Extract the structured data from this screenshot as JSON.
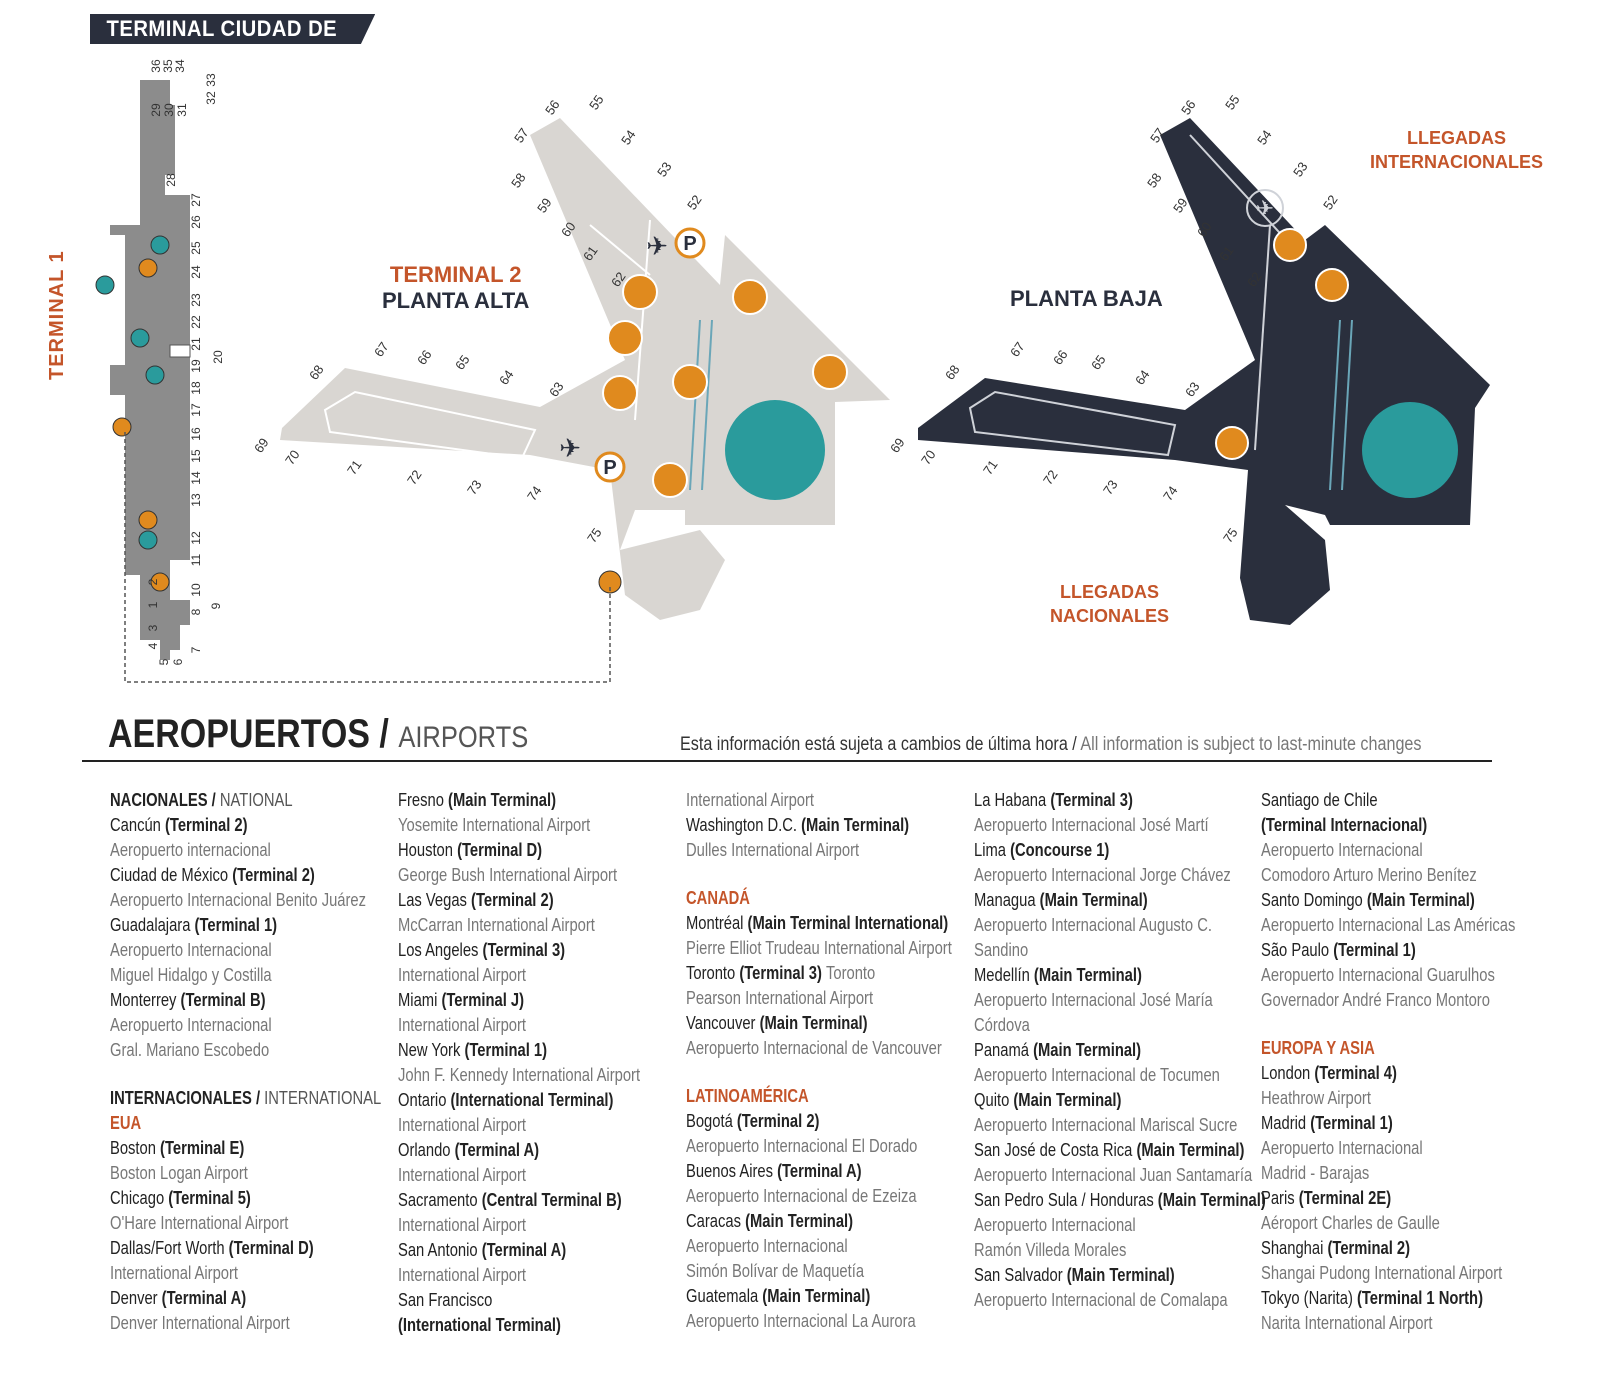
{
  "banner": "TERMINAL CIUDAD DE MÉXICO",
  "terminal1_label": "TERMINAL 1",
  "t1_gates": [
    "1",
    "2",
    "3",
    "4",
    "5",
    "6",
    "7",
    "8",
    "9",
    "10",
    "11",
    "12",
    "13",
    "14",
    "15",
    "16",
    "17",
    "18",
    "19",
    "20",
    "21",
    "22",
    "23",
    "24",
    "25",
    "26",
    "27",
    "28",
    "29",
    "30",
    "31",
    "32",
    "33",
    "34",
    "35",
    "36"
  ],
  "t2_title_line1": "TERMINAL 2",
  "t2_title_line2": "PLANTA ALTA",
  "planta_baja": "PLANTA BAJA",
  "llegadas_internacionales": [
    "LLEGADAS",
    "INTERNACIONALES"
  ],
  "llegadas_nacionales": [
    "LLEGADAS",
    "NACIONALES"
  ],
  "t2_gates": [
    "52",
    "53",
    "54",
    "55",
    "56",
    "57",
    "58",
    "59",
    "60",
    "61",
    "62",
    "63",
    "64",
    "65",
    "66",
    "67",
    "68",
    "69",
    "70",
    "71",
    "72",
    "73",
    "74",
    "75"
  ],
  "parking_symbol": "P",
  "colors": {
    "navy": "#2a2f3d",
    "orange": "#e08a1e",
    "teal": "#2a9b9c",
    "gray": "#8c8c8c",
    "lightgray": "#d9d6d2",
    "accent": "#c4552a"
  },
  "header": {
    "title": "AEROPUERTOS",
    "slash": " / ",
    "subtitle": "AIRPORTS"
  },
  "disclaimer": {
    "es": "Esta información está sujeta a cambios de última hora",
    "sep": " / ",
    "en": "All information is subject to last-minute changes"
  },
  "columns": [
    [
      {
        "t": "h",
        "a": "NACIONALES / ",
        "b": "NATIONAL"
      },
      {
        "t": "c",
        "a": "Cancún ",
        "b": "(Terminal 2)"
      },
      {
        "t": "p",
        "a": "Aeropuerto internacional"
      },
      {
        "t": "c",
        "a": "Ciudad de México ",
        "b": "(Terminal 2)"
      },
      {
        "t": "p",
        "a": "Aeropuerto Internacional Benito Juárez"
      },
      {
        "t": "c",
        "a": "Guadalajara ",
        "b": "(Terminal 1)"
      },
      {
        "t": "p",
        "a": "Aeropuerto Internacional"
      },
      {
        "t": "p",
        "a": "Miguel Hidalgo y Costilla"
      },
      {
        "t": "c",
        "a": "Monterrey ",
        "b": "(Terminal B)"
      },
      {
        "t": "p",
        "a": "Aeropuerto Internacional"
      },
      {
        "t": "p",
        "a": "Gral. Mariano Escobedo"
      },
      {
        "t": "g"
      },
      {
        "t": "h",
        "a": "INTERNACIONALES / ",
        "b": "INTERNATIONAL"
      },
      {
        "t": "s",
        "a": "EUA"
      },
      {
        "t": "c",
        "a": "Boston ",
        "b": "(Terminal E)"
      },
      {
        "t": "p",
        "a": "Boston Logan Airport"
      },
      {
        "t": "c",
        "a": "Chicago ",
        "b": "(Terminal 5)"
      },
      {
        "t": "p",
        "a": "O'Hare International Airport"
      },
      {
        "t": "c",
        "a": "Dallas/Fort Worth ",
        "b": "(Terminal D)"
      },
      {
        "t": "p",
        "a": "International Airport"
      },
      {
        "t": "c",
        "a": "Denver ",
        "b": "(Terminal A)"
      },
      {
        "t": "p",
        "a": "Denver International Airport"
      }
    ],
    [
      {
        "t": "c",
        "a": "Fresno ",
        "b": "(Main Terminal)"
      },
      {
        "t": "p",
        "a": "Yosemite International Airport"
      },
      {
        "t": "c",
        "a": "Houston ",
        "b": "(Terminal D)"
      },
      {
        "t": "p",
        "a": "George Bush International Airport"
      },
      {
        "t": "c",
        "a": "Las Vegas ",
        "b": "(Terminal 2)"
      },
      {
        "t": "p",
        "a": "McCarran International Airport"
      },
      {
        "t": "c",
        "a": "Los Angeles ",
        "b": "(Terminal 3)"
      },
      {
        "t": "p",
        "a": "International Airport"
      },
      {
        "t": "c",
        "a": "Miami ",
        "b": "(Terminal J)"
      },
      {
        "t": "p",
        "a": "International Airport"
      },
      {
        "t": "c",
        "a": "New York ",
        "b": "(Terminal 1)"
      },
      {
        "t": "p",
        "a": "John F. Kennedy International Airport"
      },
      {
        "t": "c",
        "a": "Ontario ",
        "b": "(International Terminal)"
      },
      {
        "t": "p",
        "a": "International Airport"
      },
      {
        "t": "c",
        "a": "Orlando ",
        "b": "(Terminal A)"
      },
      {
        "t": "p",
        "a": "International Airport"
      },
      {
        "t": "c",
        "a": "Sacramento ",
        "b": "(Central Terminal B)"
      },
      {
        "t": "p",
        "a": "International Airport"
      },
      {
        "t": "c",
        "a": "San Antonio ",
        "b": "(Terminal A)"
      },
      {
        "t": "p",
        "a": "International Airport"
      },
      {
        "t": "c",
        "a": "San Francisco"
      },
      {
        "t": "c",
        "a": "",
        "b": "(International Terminal)"
      }
    ],
    [
      {
        "t": "p",
        "a": "International Airport"
      },
      {
        "t": "c",
        "a": "Washington D.C. ",
        "b": "(Main Terminal)"
      },
      {
        "t": "p",
        "a": "Dulles International Airport"
      },
      {
        "t": "g"
      },
      {
        "t": "s",
        "a": "CANADÁ"
      },
      {
        "t": "c",
        "a": "Montréal ",
        "b": "(Main Terminal International)"
      },
      {
        "t": "p",
        "a": "Pierre Elliot Trudeau International Airport"
      },
      {
        "t": "c",
        "a": "Toronto ",
        "b": "(Terminal 3) ",
        "c": "Toronto"
      },
      {
        "t": "p",
        "a": "Pearson International Airport"
      },
      {
        "t": "c",
        "a": "Vancouver ",
        "b": "(Main Terminal)"
      },
      {
        "t": "p",
        "a": "Aeropuerto Internacional de Vancouver"
      },
      {
        "t": "g"
      },
      {
        "t": "s",
        "a": "LATINOAMÉRICA"
      },
      {
        "t": "c",
        "a": "Bogotá ",
        "b": "(Terminal 2)"
      },
      {
        "t": "p",
        "a": "Aeropuerto Internacional El Dorado"
      },
      {
        "t": "c",
        "a": "Buenos Aires ",
        "b": "(Terminal A)"
      },
      {
        "t": "p",
        "a": "Aeropuerto Internacional de Ezeiza"
      },
      {
        "t": "c",
        "a": "Caracas ",
        "b": "(Main Terminal)"
      },
      {
        "t": "p",
        "a": "Aeropuerto Internacional"
      },
      {
        "t": "p",
        "a": "Simón Bolívar de Maquetía"
      },
      {
        "t": "c",
        "a": "Guatemala ",
        "b": "(Main Terminal)"
      },
      {
        "t": "p",
        "a": "Aeropuerto Internacional La Aurora"
      }
    ],
    [
      {
        "t": "c",
        "a": "La Habana ",
        "b": "(Terminal 3)"
      },
      {
        "t": "p",
        "a": "Aeropuerto Internacional José Martí"
      },
      {
        "t": "c",
        "a": "Lima ",
        "b": "(Concourse 1)"
      },
      {
        "t": "p",
        "a": "Aeropuerto Internacional Jorge Chávez"
      },
      {
        "t": "c",
        "a": "Managua ",
        "b": "(Main Terminal)"
      },
      {
        "t": "p",
        "a": "Aeropuerto Internacional Augusto C."
      },
      {
        "t": "p",
        "a": "Sandino"
      },
      {
        "t": "c",
        "a": "Medellín ",
        "b": "(Main Terminal)"
      },
      {
        "t": "p",
        "a": "Aeropuerto Internacional José María"
      },
      {
        "t": "p",
        "a": "Córdova"
      },
      {
        "t": "c",
        "a": "Panamá ",
        "b": "(Main Terminal)"
      },
      {
        "t": "p",
        "a": "Aeropuerto Internacional de Tocumen"
      },
      {
        "t": "c",
        "a": "Quito ",
        "b": "(Main Terminal)"
      },
      {
        "t": "p",
        "a": "Aeropuerto Internacional Mariscal Sucre"
      },
      {
        "t": "c",
        "a": "San José de Costa Rica ",
        "b": "(Main Terminal)"
      },
      {
        "t": "p",
        "a": "Aeropuerto Internacional Juan Santamaría"
      },
      {
        "t": "c",
        "a": "San Pedro Sula / Honduras ",
        "b": "(Main Terminal)"
      },
      {
        "t": "p",
        "a": "Aeropuerto Internacional"
      },
      {
        "t": "p",
        "a": "Ramón Villeda Morales"
      },
      {
        "t": "c",
        "a": "San Salvador ",
        "b": "(Main Terminal)"
      },
      {
        "t": "p",
        "a": "Aeropuerto Internacional de Comalapa"
      }
    ],
    [
      {
        "t": "c",
        "a": "Santiago de Chile"
      },
      {
        "t": "c",
        "a": "",
        "b": "(Terminal Internacional)"
      },
      {
        "t": "p",
        "a": "Aeropuerto Internacional"
      },
      {
        "t": "p",
        "a": "Comodoro Arturo Merino Benítez"
      },
      {
        "t": "c",
        "a": "Santo Domingo ",
        "b": "(Main Terminal)"
      },
      {
        "t": "p",
        "a": "Aeropuerto Internacional Las Américas"
      },
      {
        "t": "c",
        "a": "São Paulo ",
        "b": "(Terminal 1)"
      },
      {
        "t": "p",
        "a": "Aeropuerto Internacional Guarulhos"
      },
      {
        "t": "p",
        "a": "Governador André Franco Montoro"
      },
      {
        "t": "g"
      },
      {
        "t": "s",
        "a": "EUROPA Y ASIA"
      },
      {
        "t": "c",
        "a": "London ",
        "b": "(Terminal 4)"
      },
      {
        "t": "p",
        "a": "Heathrow Airport"
      },
      {
        "t": "c",
        "a": "Madrid ",
        "b": "(Terminal 1)"
      },
      {
        "t": "p",
        "a": "Aeropuerto Internacional"
      },
      {
        "t": "p",
        "a": "Madrid - Barajas"
      },
      {
        "t": "c",
        "a": "Paris ",
        "b": "(Terminal 2E)"
      },
      {
        "t": "p",
        "a": "Aéroport Charles de Gaulle"
      },
      {
        "t": "c",
        "a": "Shanghai ",
        "b": "(Terminal 2)"
      },
      {
        "t": "p",
        "a": "Shangai Pudong International Airport"
      },
      {
        "t": "c",
        "a": "Tokyo (Narita) ",
        "b": "(Terminal 1 North)"
      },
      {
        "t": "p",
        "a": "Narita International Airport"
      }
    ]
  ]
}
